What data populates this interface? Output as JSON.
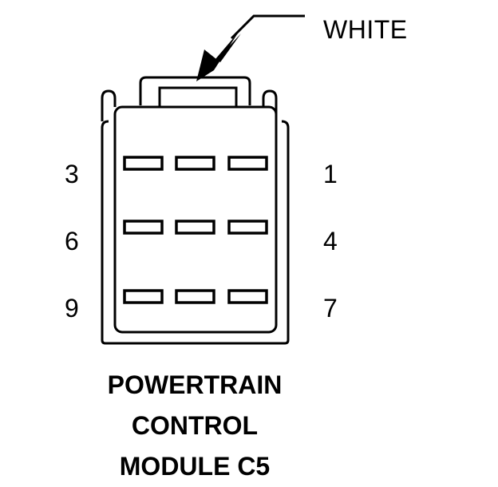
{
  "connector": {
    "wire_color": "WHITE",
    "caption_lines": [
      "POWERTRAIN",
      "CONTROL",
      "MODULE C5"
    ],
    "left_pin_numbers": [
      "3",
      "6",
      "9"
    ],
    "right_pin_numbers": [
      "1",
      "4",
      "7"
    ]
  },
  "colors": {
    "line": "#000000",
    "background": "#ffffff"
  }
}
